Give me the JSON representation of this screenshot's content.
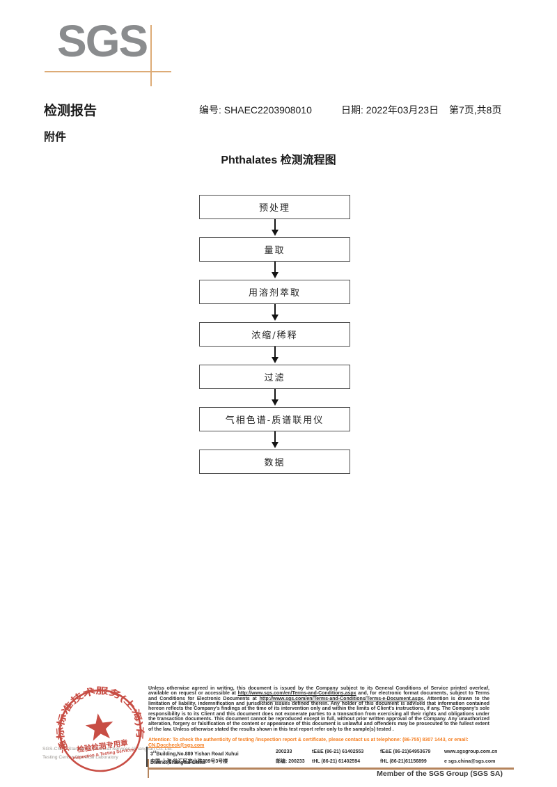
{
  "logo": {
    "text": "SGS"
  },
  "header": {
    "title": "检测报告",
    "report_no": "编号: SHAEC2203908010",
    "date": "日期: 2022年03月23日",
    "page_info": "第7页,共8页",
    "attachment": "附件"
  },
  "flowchart": {
    "title": "Phthalates 检测流程图",
    "steps": [
      "预处理",
      "量取",
      "用溶剂萃取",
      "浓缩/稀释",
      "过滤",
      "气相色谱-质谱联用仪",
      "数据"
    ]
  },
  "stamp": {
    "ring_text": "通标标准技术服务(上海)有限公司",
    "line1": "检验检测专用章",
    "line2": "Inspection & Testing Services",
    "color": "#c1352b"
  },
  "footer": {
    "company_line1": "SGS-CSTC Standards Technical Services (Shanghai) Co.,Ltd.",
    "company_line2": "Testing Center-Chemical Laboratory",
    "legal_segments": [
      {
        "t": "Unless otherwise agreed in writing, this document is issued by the Company subject to its General Conditions of Service printed overleaf, available on request or accessible at ",
        "u": false
      },
      {
        "t": "http://www.sgs.com/en/Terms-and-Conditions.aspx",
        "u": true
      },
      {
        "t": " and, for electronic format documents, subject to Terms and Conditions for Electronic Documents at ",
        "u": false
      },
      {
        "t": "http://www.sgs.com/en/Terms-and-Conditions/Terms-e-Document.aspx",
        "u": true
      },
      {
        "t": ". Attention is drawn to the limitation of liability, indemnification and jurisdiction issues defined therein. Any holder of this document is advised that information contained hereon reflects the Company's findings at the time of its intervention only and within the limits of Client's instructions, if any. The Company's sole responsibility is to its Client and this document does not exonerate parties to a transaction from exercising all their rights and obligations under the transaction documents. This document cannot be reproduced except in full, without prior written approval of the Company. Any unauthorized alteration, forgery or falsification of the content or appearance of this document is unlawful and offenders may be prosecuted to the fullest extent of the law. Unless otherwise stated the results shown in this test report refer only to the sample(s) tested .",
        "u": false
      }
    ],
    "attention_segments": [
      {
        "t": "Attention: To check the authenticity of testing /inspection report & certificate, please contact us at telephone: (86-755) 8307 1443, or email: ",
        "u": false
      },
      {
        "t": "CN.Doccheck@sgs.com",
        "u": true
      }
    ],
    "address": {
      "r1": {
        "n": "3",
        "sup": "rd",
        "rest": "Building,No.889 Yishan Road Xuhui District,Shanghai China",
        "postal": "200233",
        "tel": "tE&E (86-21) 61402553",
        "fax": "fE&E (86-21)64953679",
        "web": "www.sgsgroup.com.cn"
      },
      "r2": {
        "addr": "中国·上海·徐汇区宜山路889号3号楼",
        "postal": "邮编: 200233",
        "tel": "tHL (86-21) 61402594",
        "fax": "fHL (86-21)61156899",
        "web": "e sgs.china@sgs.com"
      }
    },
    "member_text": "Member of the SGS Group (SGS SA)"
  },
  "colors": {
    "logo_gray": "#8a8c8e",
    "crosshair_orange": "#ddab76",
    "footer_line_tan": "#b5845c",
    "attention_orange": "#f57e20",
    "stamp_red": "#c1352b"
  }
}
